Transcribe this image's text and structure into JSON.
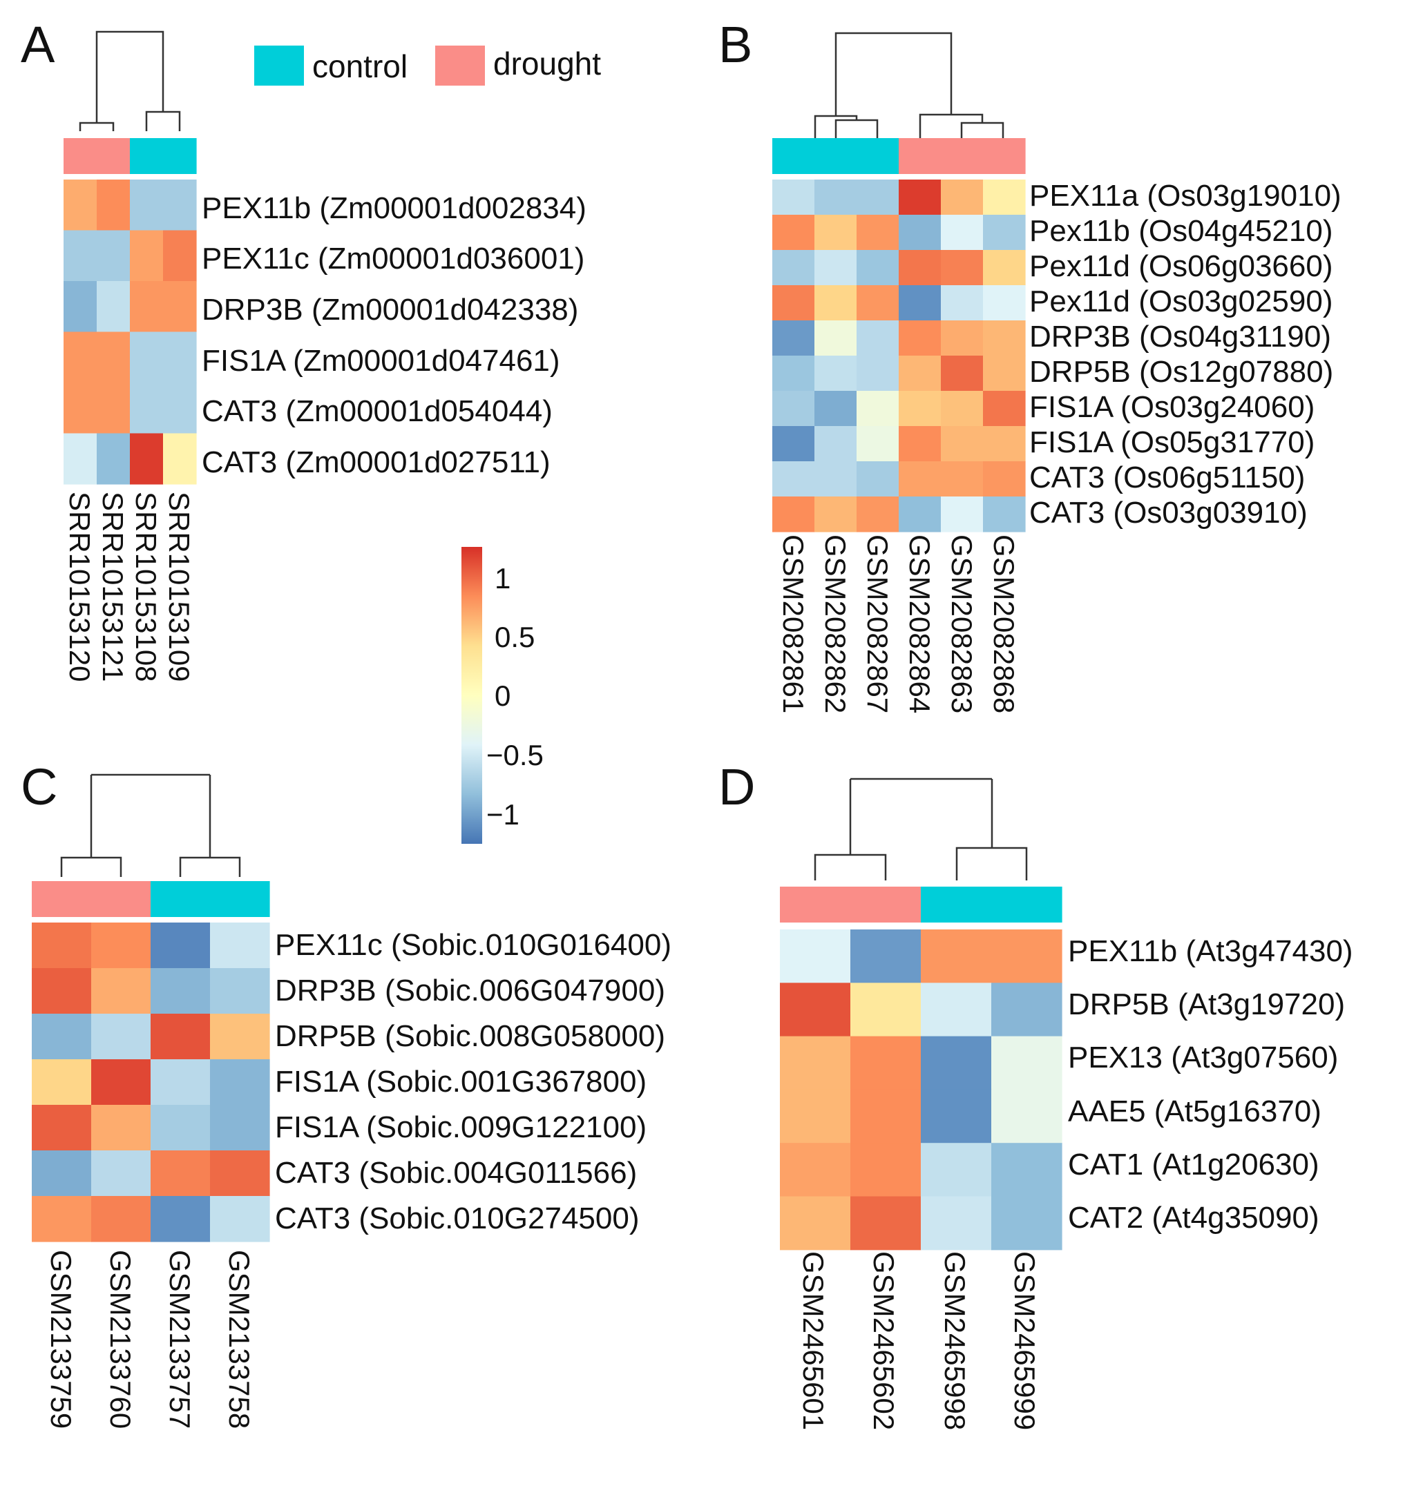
{
  "legend": {
    "groups": [
      {
        "name": "control",
        "color": "#00CED9"
      },
      {
        "name": "drought",
        "color": "#FA8D88"
      }
    ],
    "colorbar": {
      "ticks": [
        1,
        0.5,
        0,
        -0.5,
        -1
      ],
      "tick_labels": [
        "1",
        "0.5",
        "0",
        "−0.5",
        "−1"
      ],
      "range": [
        -1.2,
        1.2
      ],
      "colors": [
        "#4575B4",
        "#91BFDB",
        "#E0F3F8",
        "#FFFFBF",
        "#FEE090",
        "#FC8D59",
        "#D73027"
      ]
    }
  },
  "chart_data": [
    {
      "type": "heatmap",
      "panel": "A",
      "columns": [
        "SRR10153120",
        "SRR10153121",
        "SRR10153108",
        "SRR10153109"
      ],
      "groups": [
        "drought",
        "drought",
        "control",
        "control"
      ],
      "rows": [
        "PEX11b  (Zm00001d002834)",
        "PEX11c  (Zm00001d036001)",
        "DRP3B  (Zm00001d042338)",
        "FIS1A (Zm00001d047461)",
        "CAT3  (Zm00001d054044)",
        "CAT3 (Zm00001d027511)"
      ],
      "values": [
        [
          0.65,
          0.8,
          -0.7,
          -0.7
        ],
        [
          -0.7,
          -0.7,
          0.7,
          0.85
        ],
        [
          -0.85,
          -0.55,
          0.75,
          0.75
        ],
        [
          0.75,
          0.75,
          -0.65,
          -0.65
        ],
        [
          0.75,
          0.75,
          -0.65,
          -0.65
        ],
        [
          -0.45,
          -0.8,
          1.15,
          0.15
        ]
      ]
    },
    {
      "type": "heatmap",
      "panel": "B",
      "columns": [
        "GSM2082861",
        "GSM2082862",
        "GSM2082867",
        "GSM2082864",
        "GSM2082863",
        "GSM2082868"
      ],
      "groups": [
        "control",
        "control",
        "control",
        "drought",
        "drought",
        "drought"
      ],
      "rows": [
        "PEX11a (Os03g19010)",
        "Pex11b (Os04g45210)",
        "Pex11d (Os06g03660)",
        "Pex11d (Os03g02590)",
        "DRP3B (Os04g31190)",
        "DRP5B (Os12g07880)",
        "FIS1A (Os03g24060)",
        "FIS1A (Os05g31770)",
        "CAT3 (Os06g51150)",
        "CAT3 (Os03g03910)"
      ],
      "values": [
        [
          -0.55,
          -0.7,
          -0.7,
          1.15,
          0.6,
          0.2
        ],
        [
          0.8,
          0.5,
          0.75,
          -0.85,
          -0.4,
          -0.7
        ],
        [
          -0.7,
          -0.5,
          -0.75,
          0.9,
          0.85,
          0.45
        ],
        [
          0.85,
          0.45,
          0.75,
          -1.05,
          -0.5,
          -0.4
        ],
        [
          -1.0,
          -0.2,
          -0.6,
          0.8,
          0.65,
          0.6
        ],
        [
          -0.75,
          -0.55,
          -0.6,
          0.6,
          0.95,
          0.6
        ],
        [
          -0.7,
          -0.9,
          -0.2,
          0.5,
          0.55,
          0.9
        ],
        [
          -1.05,
          -0.6,
          -0.25,
          0.8,
          0.6,
          0.6
        ],
        [
          -0.6,
          -0.6,
          -0.7,
          0.7,
          0.7,
          0.75
        ],
        [
          0.8,
          0.6,
          0.75,
          -0.8,
          -0.4,
          -0.75
        ]
      ]
    },
    {
      "type": "heatmap",
      "panel": "C",
      "columns": [
        "GSM2133759",
        "GSM2133760",
        "GSM2133757",
        "GSM2133758"
      ],
      "groups": [
        "drought",
        "drought",
        "control",
        "control"
      ],
      "rows": [
        "PEX11c (Sobic.010G016400)",
        "DRP3B (Sobic.006G047900)",
        "DRP5B (Sobic.008G058000)",
        "FIS1A (Sobic.001G367800)",
        "FIS1A (Sobic.009G122100)",
        "CAT3 (Sobic.004G011566)",
        "CAT3 (Sobic.010G274500)"
      ],
      "values": [
        [
          0.9,
          0.8,
          -1.1,
          -0.5
        ],
        [
          1.0,
          0.65,
          -0.85,
          -0.7
        ],
        [
          -0.85,
          -0.6,
          1.05,
          0.55
        ],
        [
          0.45,
          1.1,
          -0.6,
          -0.85
        ],
        [
          1.0,
          0.65,
          -0.7,
          -0.85
        ],
        [
          -0.9,
          -0.6,
          0.85,
          0.95
        ],
        [
          0.75,
          0.85,
          -1.05,
          -0.55
        ]
      ]
    },
    {
      "type": "heatmap",
      "panel": "D",
      "columns": [
        "GSM2465601",
        "GSM2465602",
        "GSM2465998",
        "GSM2465999"
      ],
      "groups": [
        "drought",
        "drought",
        "control",
        "control"
      ],
      "rows": [
        "PEX11b (At3g47430)",
        "DRP5B (At3g19720)",
        "PEX13 (At3g07560)",
        "AAE5 (At5g16370)",
        "CAT1 (At1g20630)",
        "CAT2 (At4g35090)"
      ],
      "values": [
        [
          -0.4,
          -1.0,
          0.75,
          0.75
        ],
        [
          1.05,
          0.3,
          -0.45,
          -0.85
        ],
        [
          0.6,
          0.8,
          -1.05,
          -0.3
        ],
        [
          0.6,
          0.8,
          -1.05,
          -0.3
        ],
        [
          0.7,
          0.8,
          -0.55,
          -0.8
        ],
        [
          0.6,
          0.95,
          -0.5,
          -0.8
        ]
      ]
    }
  ]
}
